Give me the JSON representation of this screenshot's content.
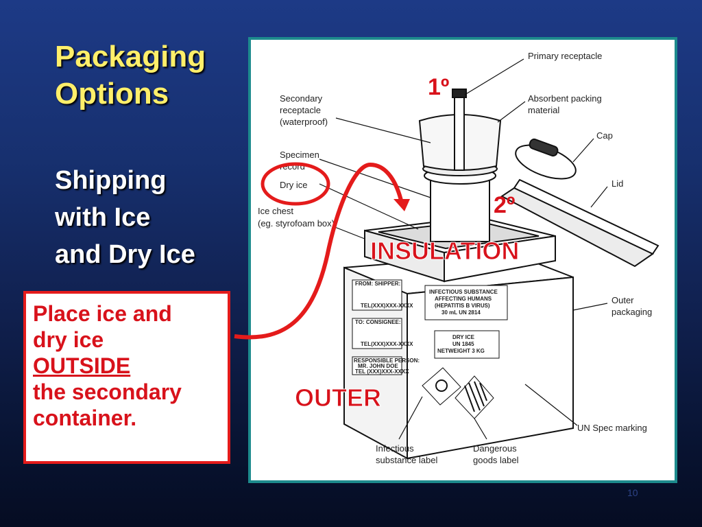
{
  "slide": {
    "title_line1": "Packaging",
    "title_line2": "Options",
    "subtitle_line1": "Shipping",
    "subtitle_line2": "with Ice",
    "subtitle_line3": "and Dry Ice",
    "page_number": "10"
  },
  "callout": {
    "line1": "Place ice and",
    "line2": "dry ice",
    "line3": "OUTSIDE",
    "line4": "the secondary",
    "line5": "container."
  },
  "diagram": {
    "labels": {
      "primary_receptacle": "Primary receptacle",
      "secondary_1": "Secondary",
      "secondary_2": "receptacle",
      "secondary_3": "(waterproof)",
      "absorbent_1": "Absorbent packing",
      "absorbent_2": "material",
      "cap": "Cap",
      "specimen_1": "Specimen",
      "specimen_2": "record",
      "dry_ice": "Dry ice",
      "lid": "Lid",
      "ice_chest_1": "Ice chest",
      "ice_chest_2": "(eg. styrofoam box)",
      "outer_1": "Outer",
      "outer_2": "packaging",
      "un_spec": "UN Spec marking",
      "infectious_1": "Infectious",
      "infectious_2": "substance label",
      "dangerous_1": "Dangerous",
      "dangerous_2": "goods label"
    },
    "box_text": {
      "from_shipper": "FROM: SHIPPER:",
      "to_consignee": "TO: CONSIGNEE:",
      "tel": "TEL(XXX)XXX-XXXX",
      "responsible_1": "RESPONSIBLE PERSON:",
      "responsible_2": "MR. JOHN DOE",
      "responsible_3": "TEL (XXX)XXX-XXXX",
      "infectious_1": "INFECTIOUS SUBSTANCE",
      "infectious_2": "AFFECTING HUMANS",
      "infectious_3": "(HEPATITIS B VIRUS)",
      "infectious_4": "30 mL   UN 2814",
      "dryice_1": "DRY ICE",
      "dryice_2": "UN 1845",
      "dryice_3": "NETWEIGHT 3 KG"
    },
    "annotations": {
      "primary": "1º",
      "secondary": "2º",
      "insulation": "INSULATION",
      "outer": "OUTER"
    }
  },
  "colors": {
    "accent_red": "#d8121b",
    "title_yellow": "#ffef6a",
    "frame_teal": "#1d8b8d"
  }
}
